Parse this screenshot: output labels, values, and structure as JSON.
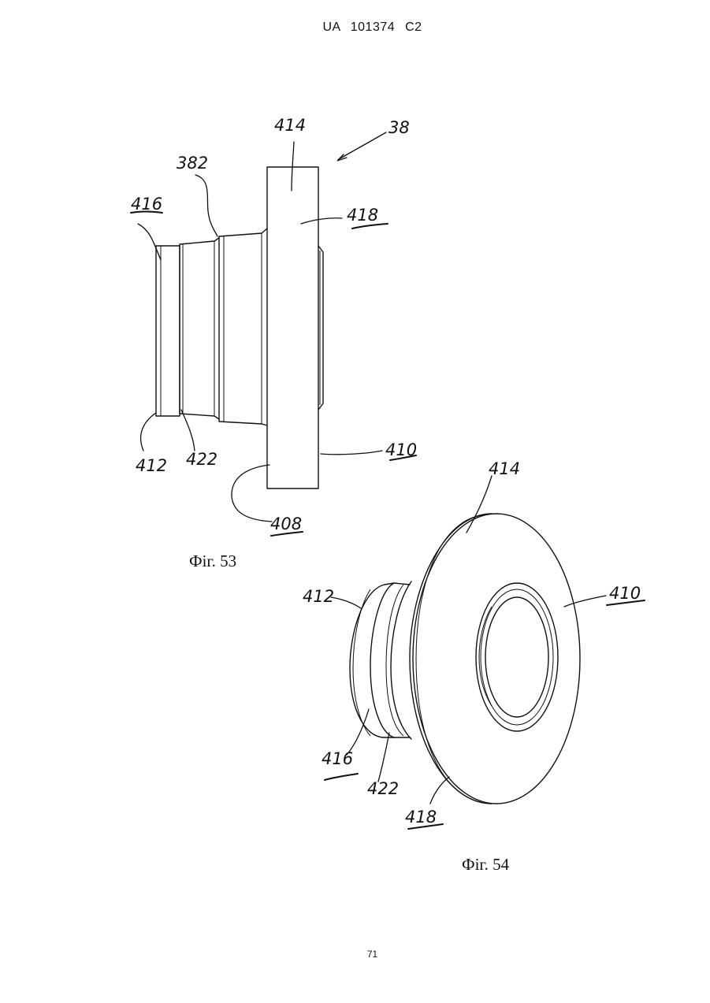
{
  "header": {
    "doc_id": "UA   101374   C2"
  },
  "page_number": "71",
  "figures": [
    {
      "caption": "Фіг. 53",
      "labels": {
        "assembly": "38",
        "flange": "414",
        "neck": "382",
        "lip": "416",
        "flange_face": "418",
        "end": "412",
        "groove": "422",
        "rear_face": "410",
        "base": "408"
      }
    },
    {
      "caption": "Фіг. 54",
      "labels": {
        "flange": "414",
        "end": "412",
        "rear_face": "410",
        "lip": "416",
        "groove": "422",
        "flange_face": "418"
      }
    }
  ]
}
